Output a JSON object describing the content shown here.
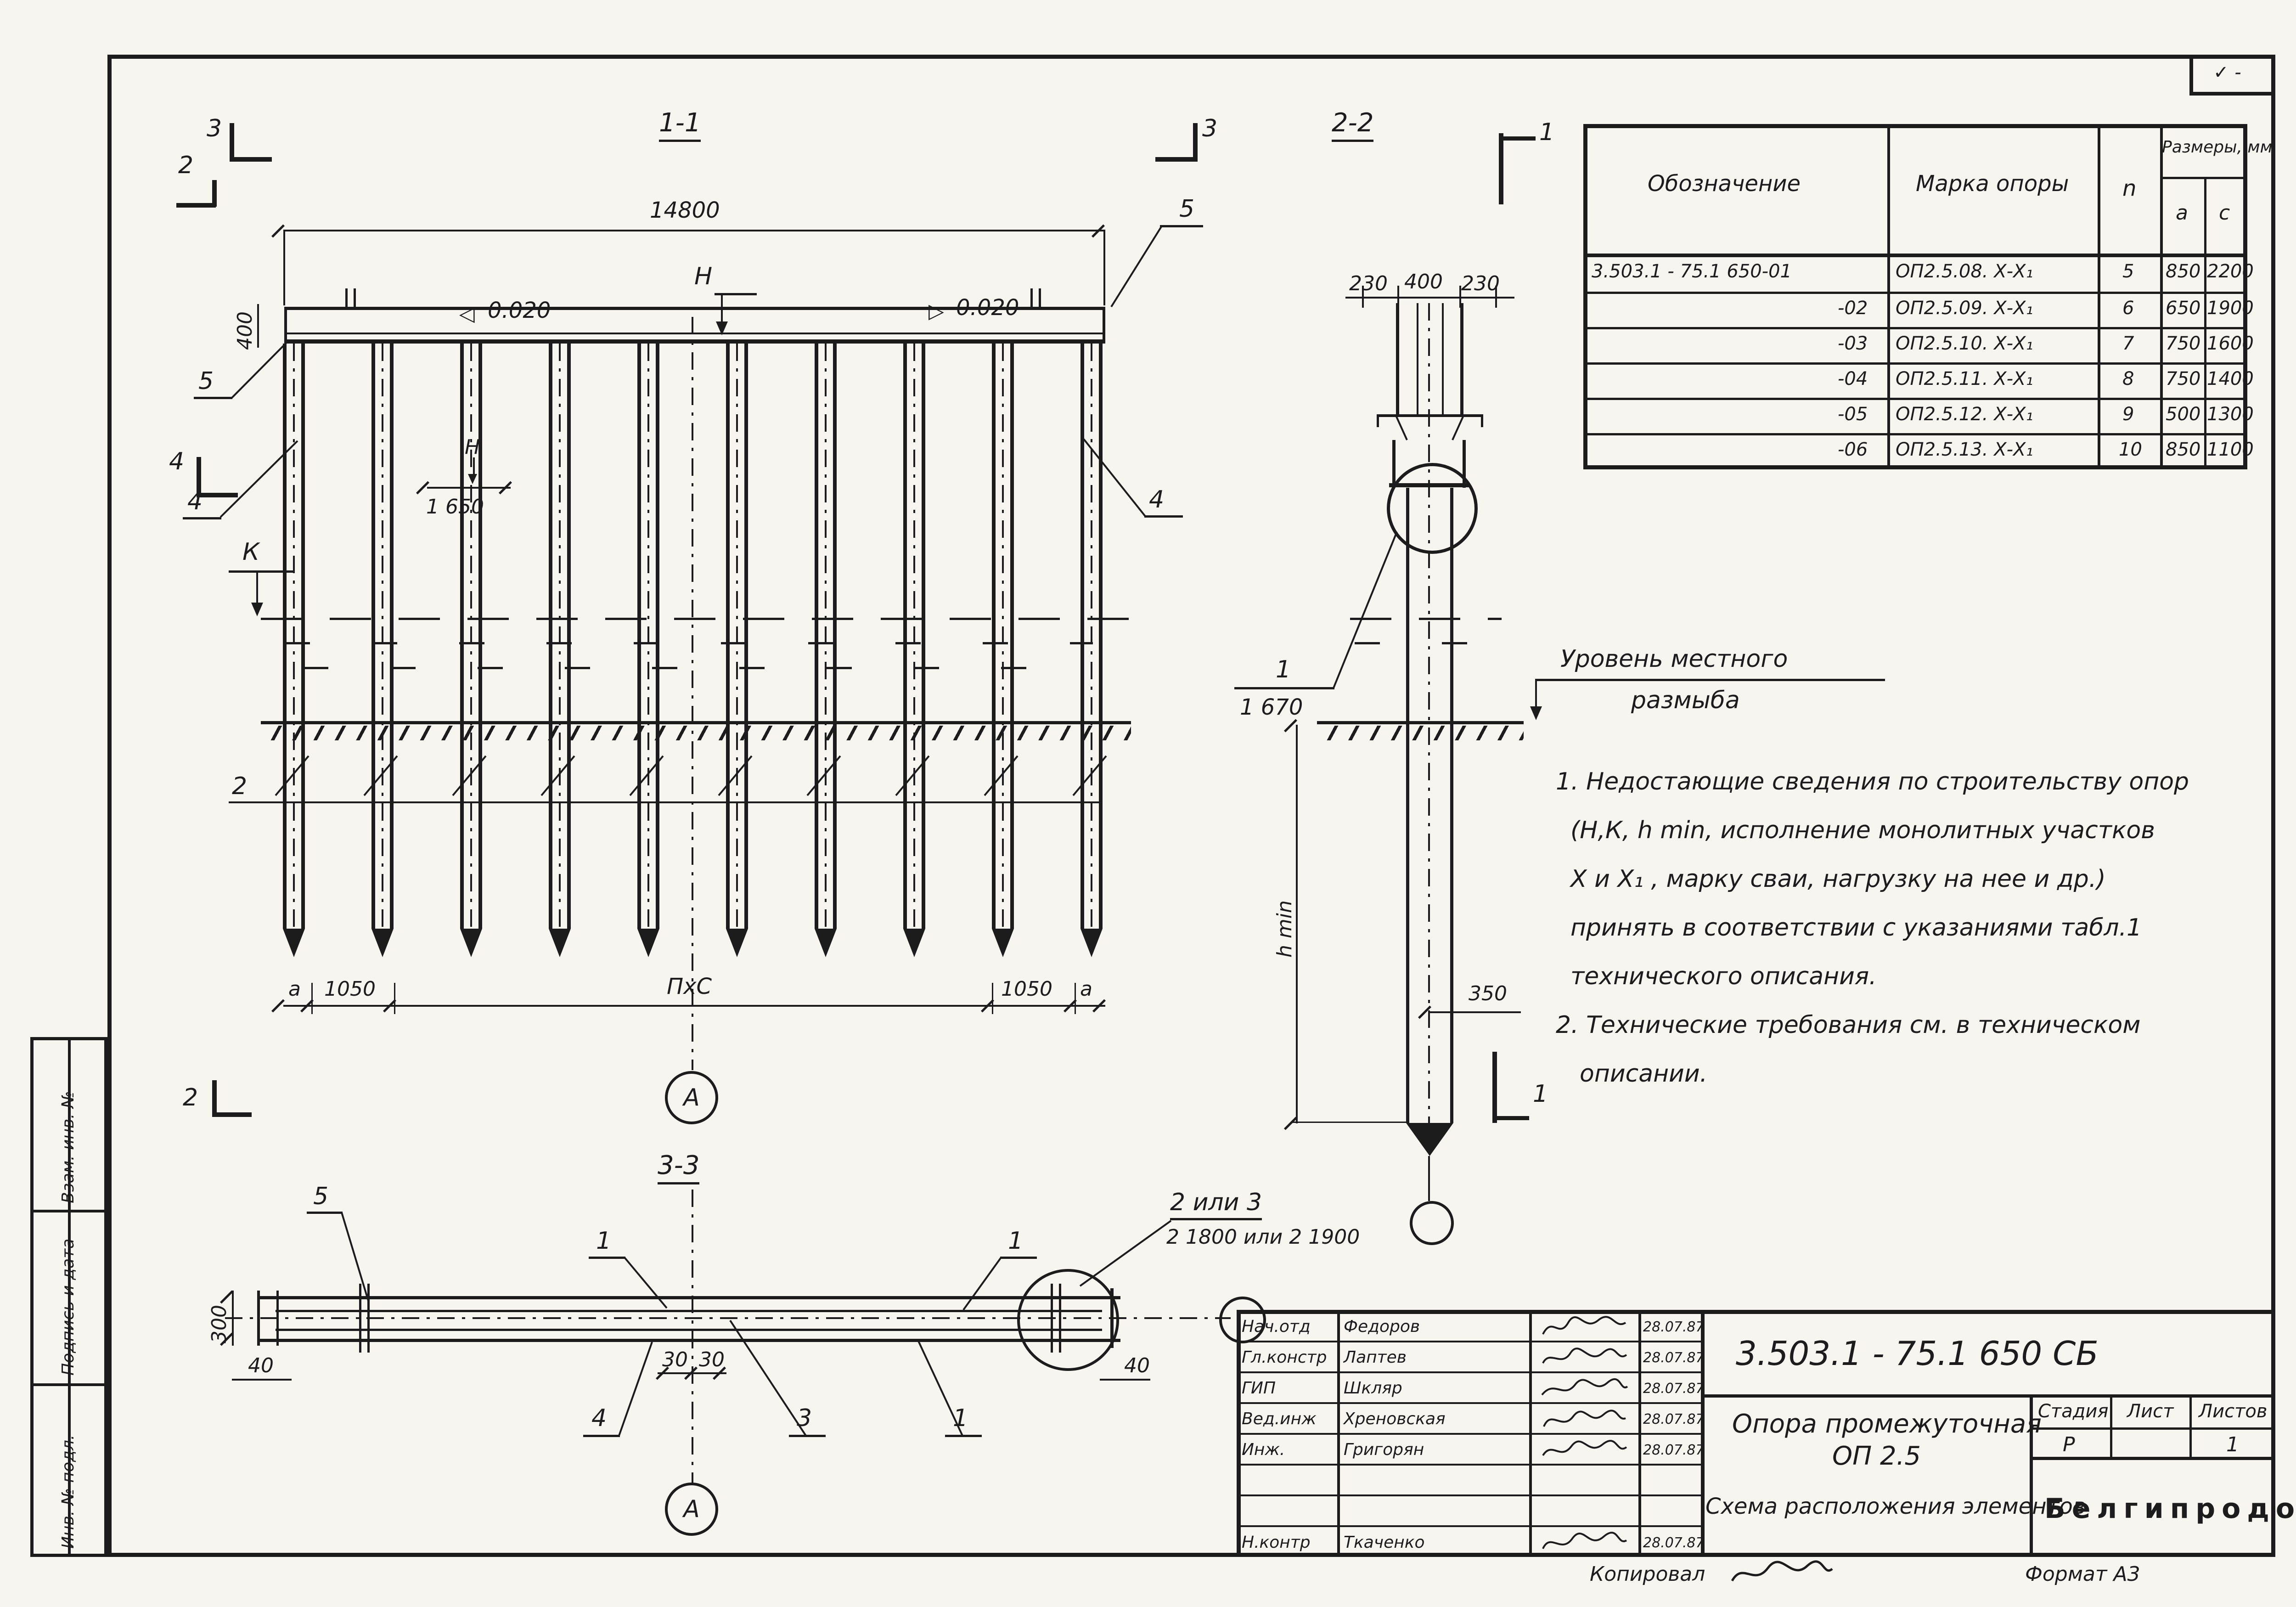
{
  "sheet": {
    "corner_mark": "✓ -",
    "edge_labels": [
      "Взам. инв. №",
      "Подпись и дата",
      "Инв. № подл."
    ],
    "footer": {
      "copied": "Копировал",
      "format": "Формат А3"
    }
  },
  "icons": {
    "slope_left": "◁",
    "slope_right": "▷"
  },
  "view11": {
    "title": "1-1",
    "marker3": "3",
    "marker2": "2",
    "marker4": "4",
    "dim_total": "14800",
    "dim_400": "400",
    "slope": "0.020",
    "n_top": "Н",
    "k_label": "К",
    "dim_1650": "1 650",
    "n_small": "Н",
    "callout5": "5",
    "callout4": "4",
    "callout2": "2",
    "dim_a": "a",
    "dim_1050": "1050",
    "dim_pxc": "ПхС",
    "axis": "А"
  },
  "view22": {
    "title": "2-2",
    "marker1": "1",
    "d230": "230",
    "d400": "400",
    "d350": "350",
    "callout1": "1",
    "callout1_sub": "1 670",
    "hmin": "h min",
    "scour1": "Уровень местного",
    "scour2": "размыба"
  },
  "view33": {
    "title": "3-3",
    "callout5": "5",
    "callout1": "1",
    "callout4": "4",
    "callout3": "3",
    "callout23": "2 или 3",
    "callout23_sub": "2 1800 или 2 1900",
    "d300": "300",
    "d40": "40",
    "d30": "30",
    "axis": "А"
  },
  "notes": {
    "lines": [
      "1. Недостающие сведения по строительству опор",
      "(Н,К, h min, исполнение монолитных участков",
      "Х и Х₁ , марку сваи, нагрузку на нее и др.)",
      "принять в соответствии с указаниями табл.1",
      "технического описания.",
      "2. Технические требования см. в техническом",
      "описании."
    ]
  },
  "table": {
    "h_designation": "Обозначение",
    "h_mark": "Марка опоры",
    "h_n": "n",
    "h_sizes": "Размеры, мм",
    "h_a": "a",
    "h_c": "c",
    "rows": [
      [
        "3.503.1 - 75.1 650-01",
        "ОП2.5.08. Х-Х₁",
        "5",
        "850",
        "2200"
      ],
      [
        "-02",
        "ОП2.5.09. Х-Х₁",
        "6",
        "650",
        "1900"
      ],
      [
        "-03",
        "ОП2.5.10. Х-Х₁",
        "7",
        "750",
        "1600"
      ],
      [
        "-04",
        "ОП2.5.11. Х-Х₁",
        "8",
        "750",
        "1400"
      ],
      [
        "-05",
        "ОП2.5.12. Х-Х₁",
        "9",
        "500",
        "1300"
      ],
      [
        "-06",
        "ОП2.5.13. Х-Х₁",
        "10",
        "850",
        "1100"
      ]
    ]
  },
  "titleblock": {
    "doc_number": "3.503.1 - 75.1 650 СБ",
    "people": [
      {
        "role": "Нач.отд",
        "name": "Федоров",
        "date": "28.07.87"
      },
      {
        "role": "Гл.констр",
        "name": "Лаптев",
        "date": "28.07.87"
      },
      {
        "role": "ГИП",
        "name": "Шкляр",
        "date": "28.07.87"
      },
      {
        "role": "Вед.инж",
        "name": "Хреновская",
        "date": "28.07.87"
      },
      {
        "role": "Инж.",
        "name": "Григорян",
        "date": "28.07.87"
      },
      {
        "role": "",
        "name": "",
        "date": ""
      },
      {
        "role": "",
        "name": "",
        "date": ""
      },
      {
        "role": "Н.контр",
        "name": "Ткаченко",
        "date": "28.07.87"
      }
    ],
    "stage_label": "Стадия",
    "sheet_label": "Лист",
    "sheets_label": "Листов",
    "stage_value": "Р",
    "sheet_value": "",
    "sheets_value": "1",
    "title_line1": "Опора промежуточная",
    "title_line2": "ОП 2.5",
    "title_line3": "Схема расположения элементов",
    "org": "Белгипродор"
  }
}
